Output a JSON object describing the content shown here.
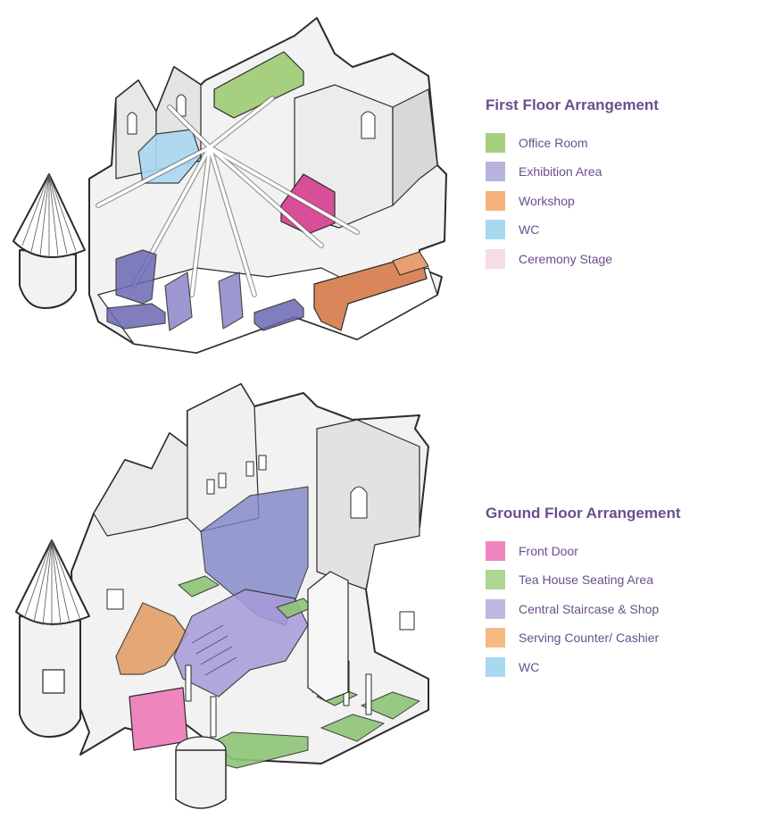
{
  "first_floor": {
    "title": "First Floor Arrangement",
    "items": [
      {
        "label": "Office Room",
        "color": "#a6cf7f"
      },
      {
        "label": "Exhibition Area",
        "color": "#b9b4dc"
      },
      {
        "label": "Workshop",
        "color": "#f5b47b"
      },
      {
        "label": "WC",
        "color": "#a9d8f1"
      },
      {
        "label": "Ceremony Stage",
        "color": "#f6dde3"
      }
    ]
  },
  "ground_floor": {
    "title": "Ground Floor Arrangement",
    "items": [
      {
        "label": "Front Door",
        "color": "#ee86bd"
      },
      {
        "label": "Tea House Seating Area",
        "color": "#acd692"
      },
      {
        "label": "Central Staircase & Shop",
        "color": "#bdb8e0"
      },
      {
        "label": "Serving Counter/ Cashier",
        "color": "#f6b983"
      },
      {
        "label": "WC",
        "color": "#a9d8f1"
      }
    ]
  },
  "palette": {
    "wall": "#f2f2f2",
    "wall_side": "#dcdcdc",
    "outline": "#2b2b2b",
    "title_text": "#6a4f8c"
  }
}
